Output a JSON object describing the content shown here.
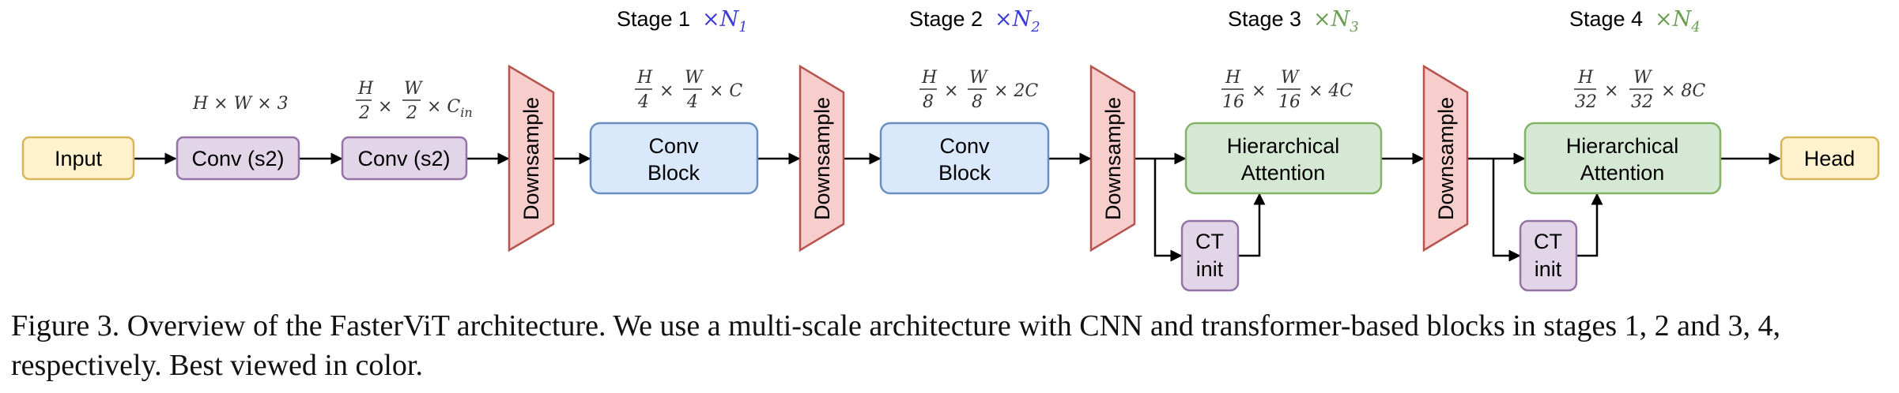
{
  "nodes": {
    "input": "Input",
    "conv1": "Conv (s2)",
    "conv2": "Conv (s2)",
    "downsample": "Downsample",
    "conv_block": [
      "Conv",
      "Block"
    ],
    "hier_attn": [
      "Hierarchical",
      "Attention"
    ],
    "ct_init": [
      "CT",
      "init"
    ],
    "head": "Head"
  },
  "stages": [
    {
      "label": "Stage 1",
      "mult": "×N",
      "sub": "1",
      "color": "#3b3bd6"
    },
    {
      "label": "Stage 2",
      "mult": "×N",
      "sub": "2",
      "color": "#3b3bd6"
    },
    {
      "label": "Stage 3",
      "mult": "×N",
      "sub": "3",
      "color": "#6a9f52"
    },
    {
      "label": "Stage 4",
      "mult": "×N",
      "sub": "4",
      "color": "#6a9f52"
    }
  ],
  "dims": {
    "input": "H × W × 3",
    "stem": {
      "h": "H",
      "hd": "2",
      "w": "W",
      "wd": "2",
      "tail": "× C",
      "sub": "in"
    },
    "s1": {
      "h": "H",
      "hd": "4",
      "w": "W",
      "wd": "4",
      "tail": "× C"
    },
    "s2": {
      "h": "H",
      "hd": "8",
      "w": "W",
      "wd": "8",
      "tail": "× 2C"
    },
    "s3": {
      "h": "H",
      "hd": "16",
      "w": "W",
      "wd": "16",
      "tail": "× 4C"
    },
    "s4": {
      "h": "H",
      "hd": "32",
      "w": "W",
      "wd": "32",
      "tail": "× 8C"
    }
  },
  "caption": "Figure 3. Overview of the FasterViT architecture. We use a multi-scale architecture with CNN and transformer-based blocks in stages 1, 2 and 3, 4, respectively. Best viewed in color.",
  "colors": {
    "yellow_fill": "#fff2cc",
    "yellow_stroke": "#d6b656",
    "purple_fill": "#e1d5e7",
    "purple_stroke": "#9673a6",
    "red_fill": "#f8cecc",
    "red_stroke": "#b85450",
    "blue_fill": "#dae8fc",
    "blue_stroke": "#6c8ebf",
    "green_fill": "#d5e8d4",
    "green_stroke": "#82b366"
  }
}
